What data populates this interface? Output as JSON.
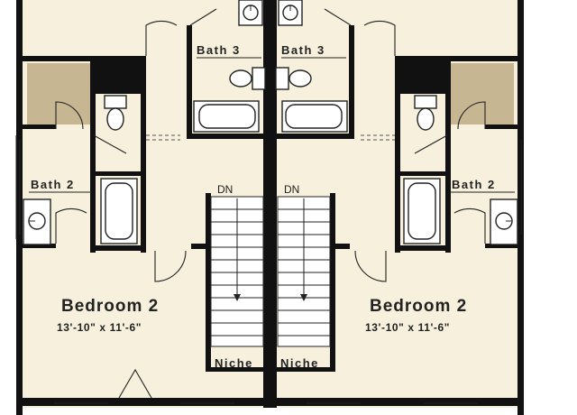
{
  "left_unit": {
    "bath3": "Bath 3",
    "bath2": "Bath 2",
    "bedroom_title": "Bedroom 2",
    "bedroom_dims": "13'-10\" x 11'-6\"",
    "stair_label": "DN",
    "niche": "Niche"
  },
  "right_unit": {
    "bath3": "Bath 3",
    "bath2": "Bath 2",
    "bedroom_title": "Bedroom 2",
    "bedroom_dims": "13'-10\" x 11'-6\"",
    "stair_label": "DN",
    "niche": "Niche"
  },
  "colors": {
    "floor": "#f6f0dc",
    "wall": "#111111",
    "closet": "#c7b692",
    "fixture": "#ffffff"
  }
}
